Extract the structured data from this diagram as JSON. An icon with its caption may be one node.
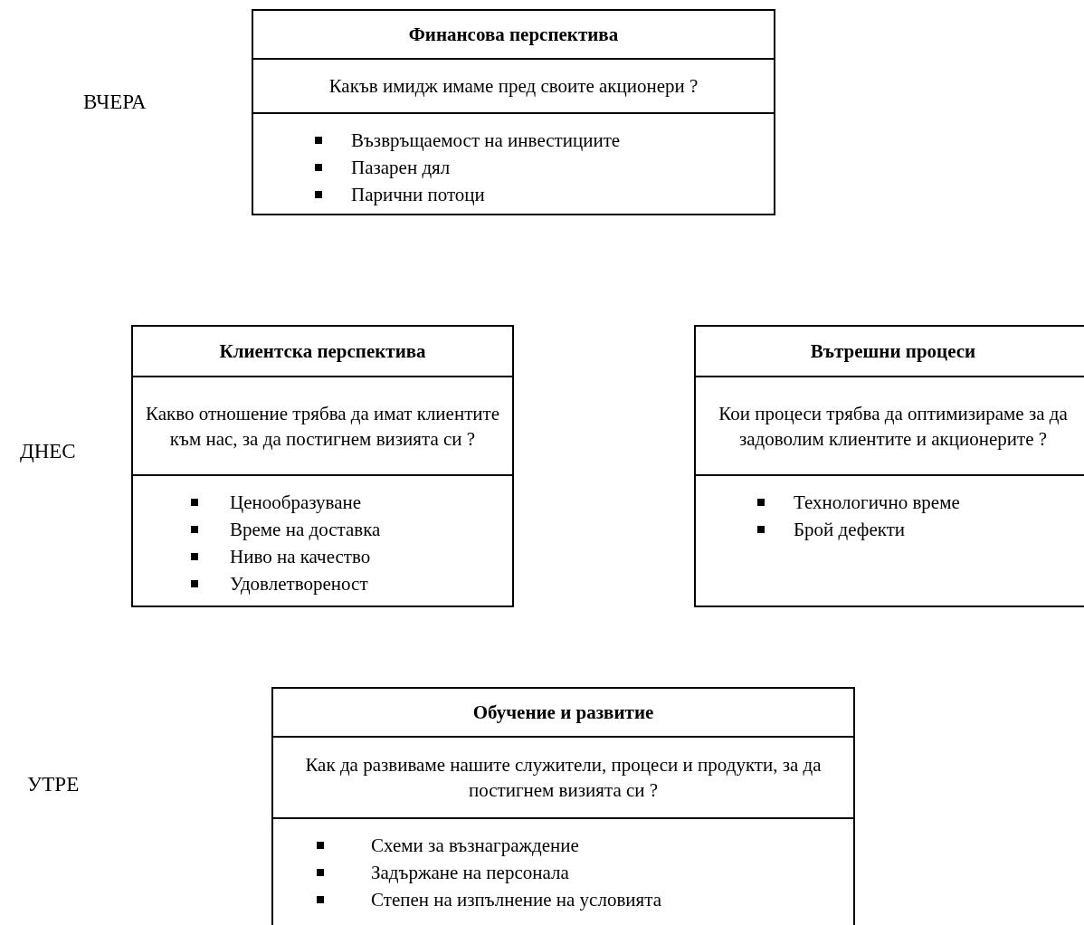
{
  "diagram": {
    "nodes": [
      {
        "text": [
          "Финансова перспектива",
          "Какъв имидж имаме пред своите акционери ?",
          "Възвръщаемост на инвестициите",
          "Пазарен дял",
          "Парични потоци"
        ]
      },
      {
        "text": [
          "Клиентска перспектива",
          "Какво отношение трябва да имат клиентите към нас, за да постигнем визията си ?",
          "Ценообразуване",
          "Време на доставка",
          "Ниво на качество",
          "Удовлетвореност"
        ]
      },
      {
        "text": [
          "Вътрешни процеси",
          "Кои процеси трябва да оптимизираме за да задоволим клиентите и акционерите ?",
          "Технологично време",
          "Брой дефекти"
        ]
      },
      {
        "text": [
          "Обучение и развитие",
          "Как да развиваме нашите служители, процеси и продукти, за да постигнем визията си ?",
          "Схеми за възнаграждение",
          "Задържане на персонала",
          "Степен на изпълнение на условията"
        ]
      }
    ],
    "edges": [],
    "labels": [
      "ВЧЕРА",
      "ДНЕС",
      "УТРЕ"
    ]
  }
}
